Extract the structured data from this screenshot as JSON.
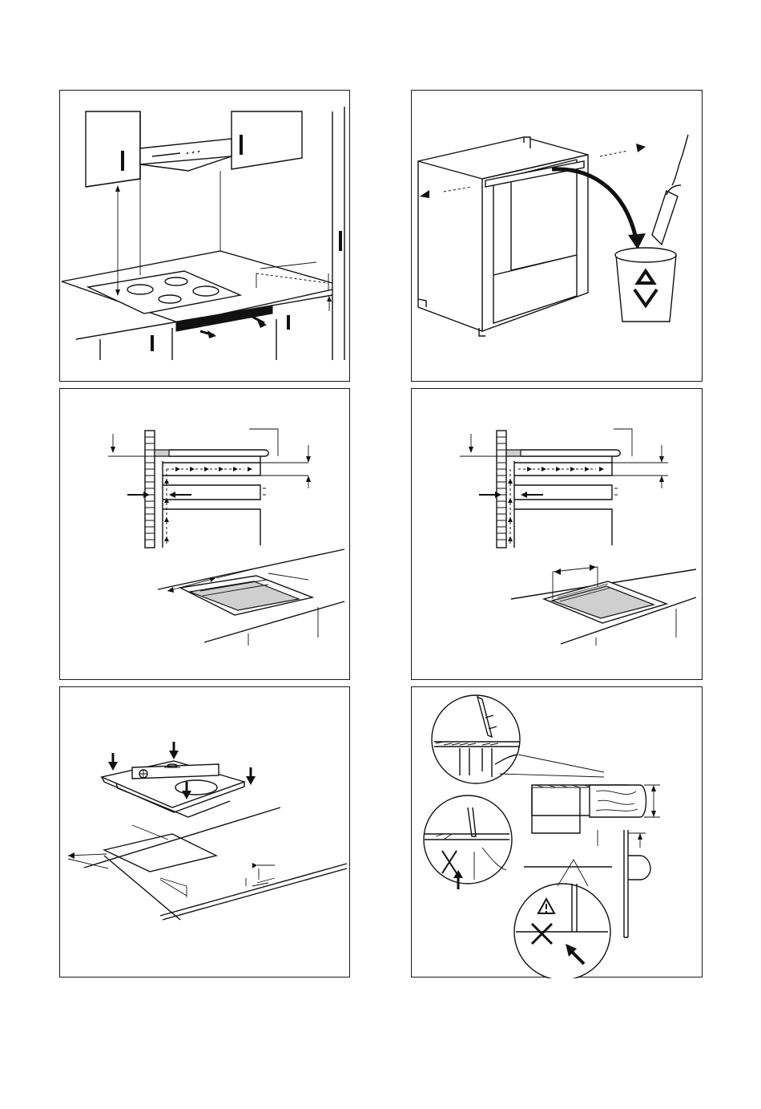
{
  "panels": [
    {
      "id": "hood-clearance",
      "labels": []
    },
    {
      "id": "cabinet-remove-rail",
      "labels": []
    },
    {
      "id": "ventilation-front",
      "labels": []
    },
    {
      "id": "ventilation-rear",
      "labels": []
    },
    {
      "id": "cutout-level",
      "labels": []
    },
    {
      "id": "sealing-worktop",
      "labels": []
    }
  ],
  "icons": [
    "recycle-icon",
    "warning-triangle-icon"
  ],
  "colors": {
    "line": "#111111",
    "fill_gray": "#cfcfcf",
    "background": "#ffffff"
  }
}
